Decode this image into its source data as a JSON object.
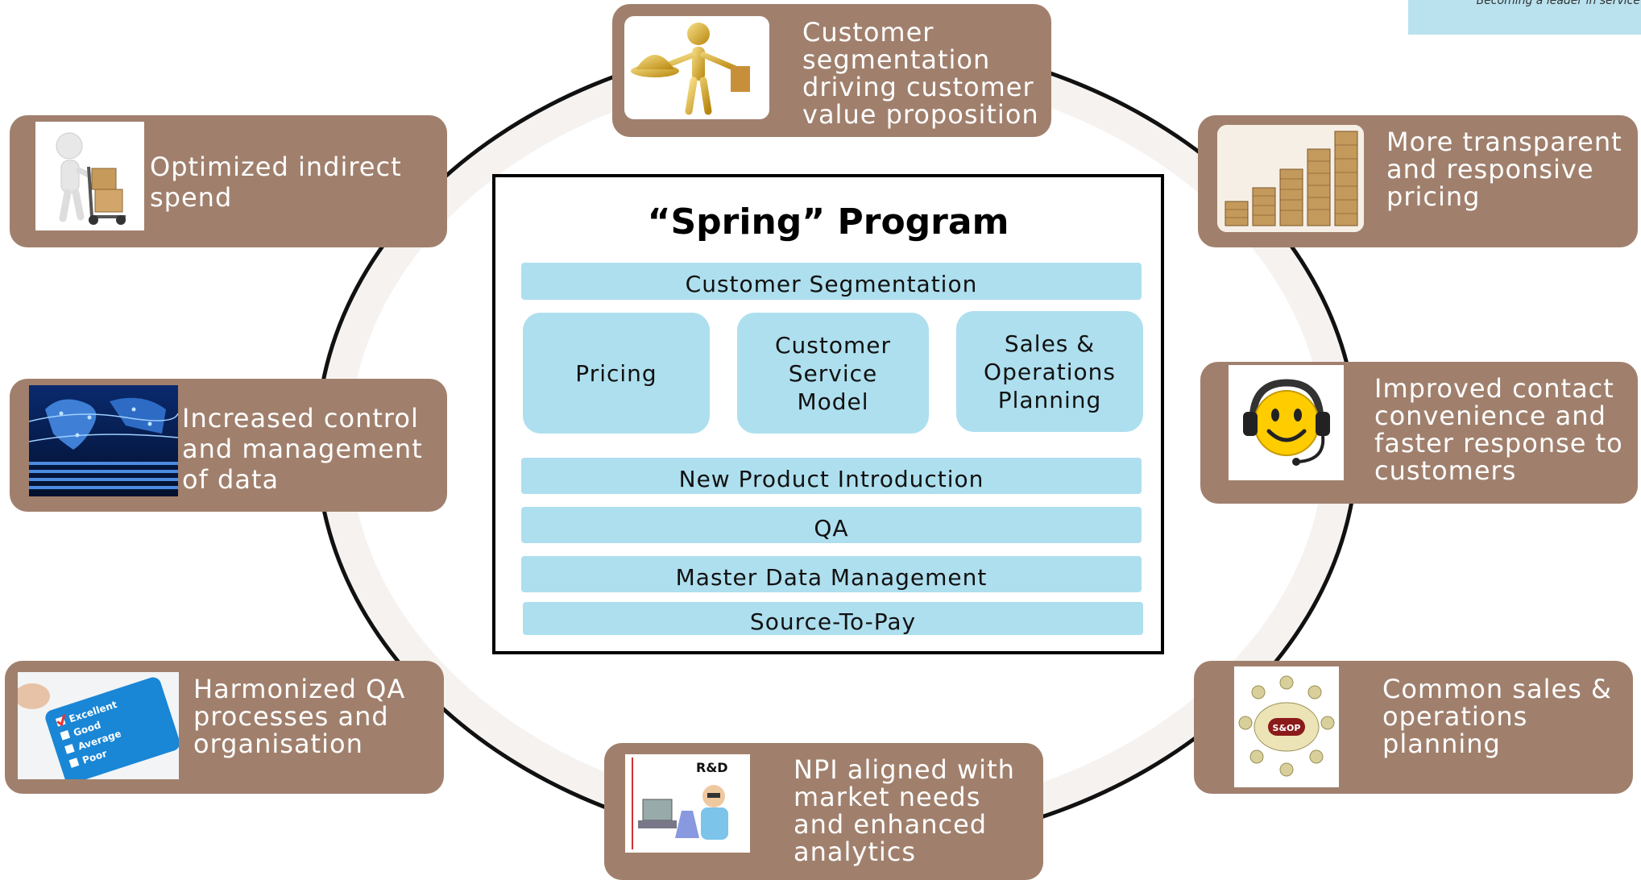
{
  "brand": {
    "tagline": "Becoming a leader in service"
  },
  "program": {
    "title": "“Spring” Program",
    "bars": {
      "segmentation": "Customer Segmentation",
      "npi": "New Product Introduction",
      "qa": "QA",
      "mdm": "Master Data Management",
      "s2p": "Source-To-Pay"
    },
    "boxes": {
      "pricing": "Pricing",
      "csm": "Customer\nService\nModel",
      "sop": "Sales &\nOperations\nPlanning"
    }
  },
  "benefits": {
    "top": "Customer\nsegmentation\ndriving customer\nvalue proposition",
    "top_left": "Optimized indirect\nspend",
    "top_right": "More transparent\nand responsive\npricing",
    "mid_left": "Increased control\nand management\nof data",
    "mid_right": "Improved contact\nconvenience and\nfaster response to\ncustomers",
    "bottom_left": "Harmonized QA\nprocesses and\norganisation",
    "bottom_right": "Common sales &\noperations\nplanning",
    "bottom": "NPI aligned with\nmarket needs\nand enhanced\nanalytics"
  },
  "image_labels": {
    "rd": "R&D",
    "sop": "S&OP",
    "checklist": [
      "Excellent",
      "Good",
      "Average",
      "Poor"
    ]
  },
  "colors": {
    "card": "#a0806d",
    "bar": "#aedfee",
    "ring": "#111111",
    "brand": "#b9e2ee"
  }
}
